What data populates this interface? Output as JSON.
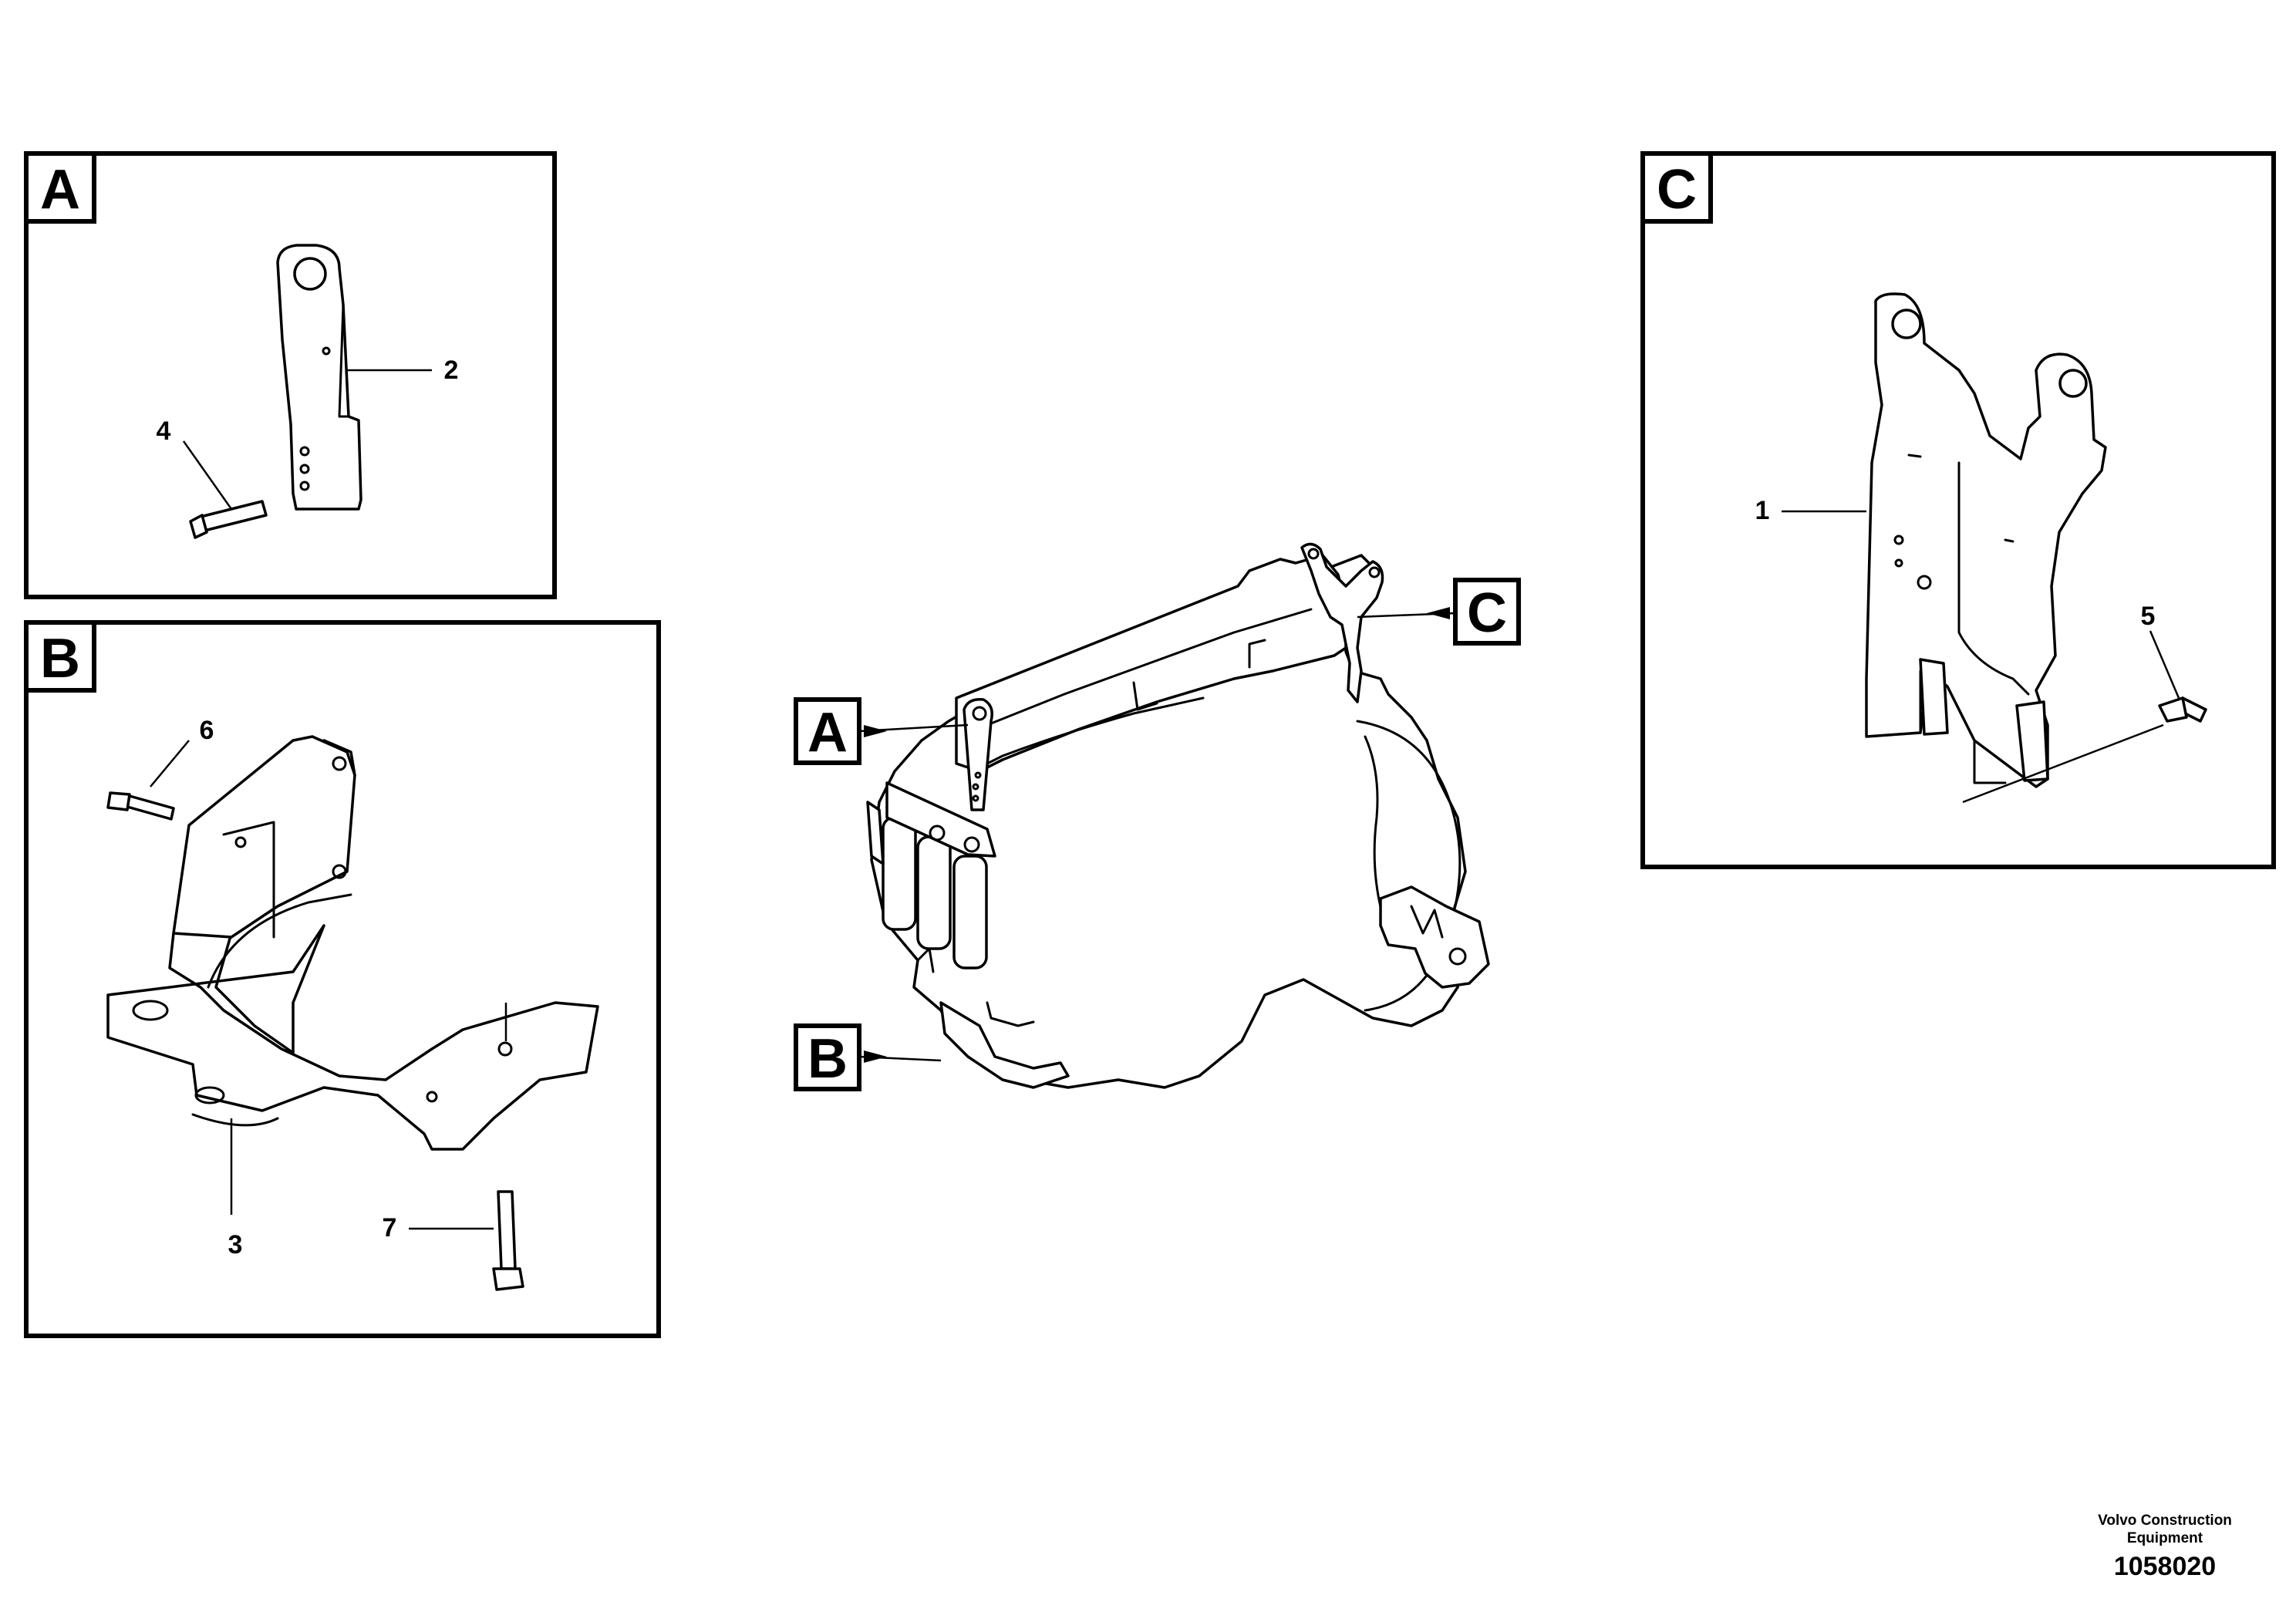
{
  "detail_labels": {
    "a": "A",
    "b": "B",
    "c": "C"
  },
  "engine_labels": {
    "a": "A",
    "b": "B",
    "c": "C"
  },
  "callouts": {
    "p1": "1",
    "p2": "2",
    "p3": "3",
    "p4": "4",
    "p5": "5",
    "p6": "6",
    "p7": "7"
  },
  "footer": {
    "line1": "Volvo Construction",
    "line2": "Equipment",
    "doc_number": "1058020"
  }
}
